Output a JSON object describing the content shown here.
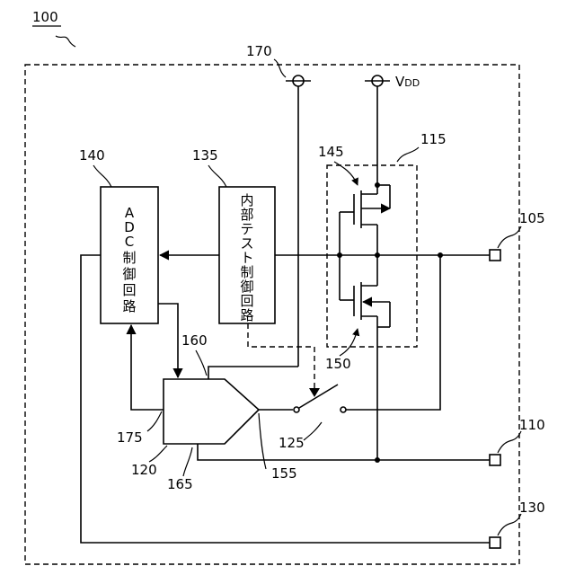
{
  "figure_number": "100",
  "labels": {
    "supply": "170",
    "vdd_prefix": "V",
    "vdd_sub": "DD",
    "adc_block": "140",
    "test_block": "135",
    "transistor_top": "145",
    "transistor_group": "115",
    "transistor_bottom": "150",
    "terminal_a": "105",
    "terminal_b": "110",
    "terminal_c": "130",
    "adc_input": "160",
    "adc_left": "175",
    "adc": "120",
    "adc_bottom": "165",
    "adc_output": "155",
    "switch": "125"
  },
  "adc_control_text": [
    "A",
    "D",
    "C",
    "制",
    "御",
    "回",
    "路"
  ],
  "test_control_text": [
    "内",
    "部",
    "テ",
    "ス",
    "ト",
    "制",
    "御",
    "回",
    "路"
  ]
}
